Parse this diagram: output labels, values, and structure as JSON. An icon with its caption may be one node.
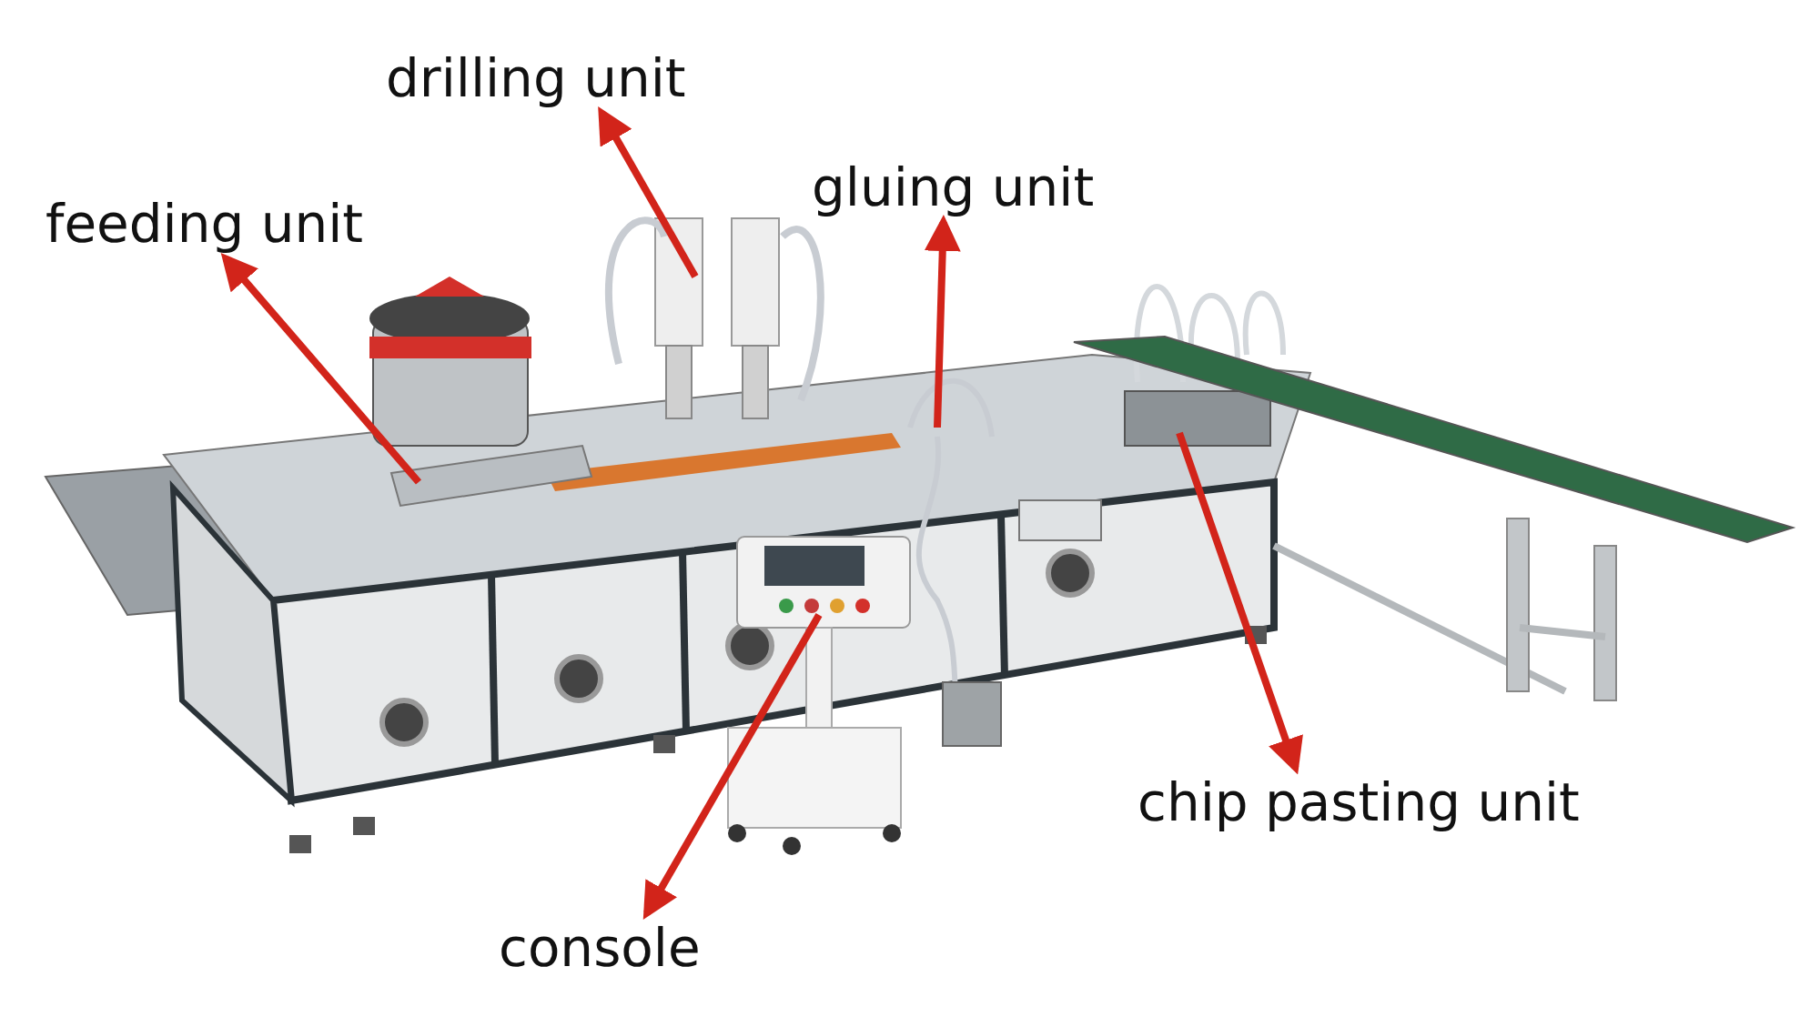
{
  "diagram": {
    "nodes": [
      {
        "text": [
          "drilling unit"
        ]
      },
      {
        "text": [
          "feeding unit"
        ]
      },
      {
        "text": [
          "gluing unit"
        ]
      },
      {
        "text": [
          "chip pasting unit"
        ]
      },
      {
        "text": [
          "console"
        ]
      }
    ],
    "edges": [
      {
        "from": null,
        "to": 0,
        "arrow": "to"
      },
      {
        "from": null,
        "to": 1,
        "arrow": "to"
      },
      {
        "from": null,
        "to": 2,
        "arrow": "to"
      },
      {
        "from": null,
        "to": 3,
        "arrow": "to"
      },
      {
        "from": null,
        "to": 4,
        "arrow": "to"
      }
    ]
  }
}
